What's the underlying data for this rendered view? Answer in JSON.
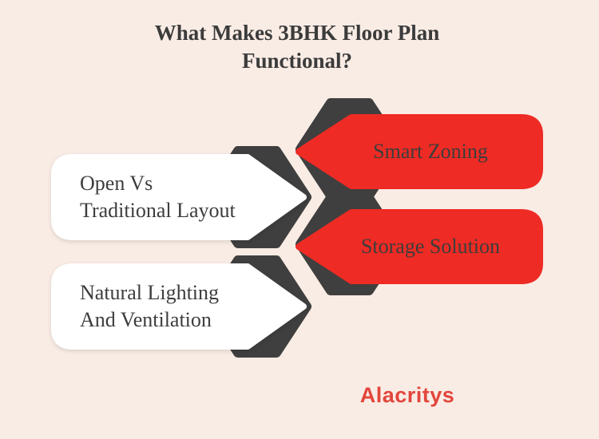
{
  "title": {
    "line1": "What Makes 3BHK Floor Plan",
    "line2": "Functional?"
  },
  "banners": {
    "smart_zoning": {
      "label": "Smart Zoning"
    },
    "open_traditional": {
      "line1": "Open Vs",
      "line2": "Traditional Layout"
    },
    "storage_solution": {
      "label": "Storage Solution"
    },
    "natural_lighting": {
      "line1": "Natural Lighting",
      "line2": "And Ventilation"
    }
  },
  "brand": {
    "name": "Alacritys"
  },
  "colors": {
    "background": "#f9ece5",
    "title_text": "#3b3b3b",
    "banner_text": "#3d3d3d",
    "banner_red": "#ee2b24",
    "banner_white": "#ffffff",
    "shadow_shape": "#3f3f3f",
    "brand_red": "#e2463c"
  }
}
